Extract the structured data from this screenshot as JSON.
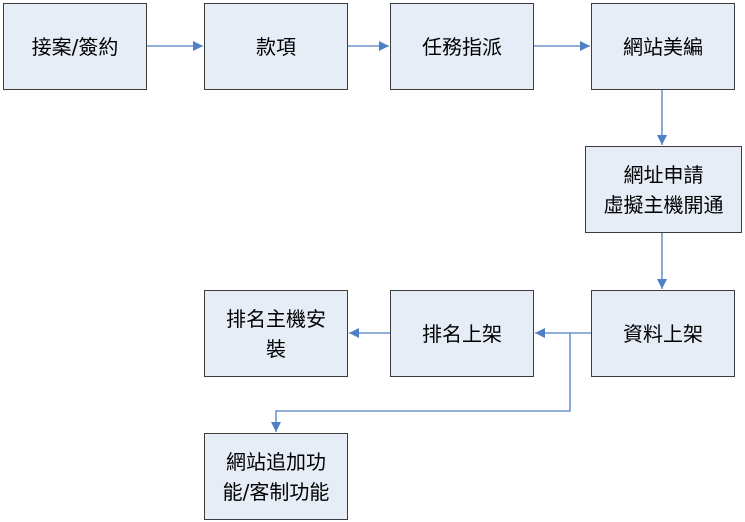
{
  "nodes": {
    "contract": {
      "lines": [
        "接案/簽約"
      ]
    },
    "payment": {
      "lines": [
        "款項"
      ]
    },
    "assignment": {
      "lines": [
        "任務指派"
      ]
    },
    "design": {
      "lines": [
        "網站美編"
      ]
    },
    "domain_hosting": {
      "lines": [
        "網址申請",
        "虛擬主機開通"
      ]
    },
    "data_upload": {
      "lines": [
        "資料上架"
      ]
    },
    "ranking_upload": {
      "lines": [
        "排名上架"
      ]
    },
    "ranking_install": {
      "lines": [
        "排名主機安",
        "裝"
      ]
    },
    "extra_features": {
      "lines": [
        "網站追加功",
        "能/客制功能"
      ]
    }
  },
  "edges": [
    {
      "from": "contract",
      "to": "payment"
    },
    {
      "from": "payment",
      "to": "assignment"
    },
    {
      "from": "assignment",
      "to": "design"
    },
    {
      "from": "design",
      "to": "domain_hosting"
    },
    {
      "from": "domain_hosting",
      "to": "data_upload"
    },
    {
      "from": "data_upload",
      "to": "ranking_upload"
    },
    {
      "from": "ranking_upload",
      "to": "ranking_install"
    },
    {
      "from": "data_upload",
      "to": "extra_features"
    }
  ],
  "colors": {
    "box_fill": "#e6edf7",
    "box_border": "#3c3c3c",
    "arrow": "#4f7fc4"
  }
}
